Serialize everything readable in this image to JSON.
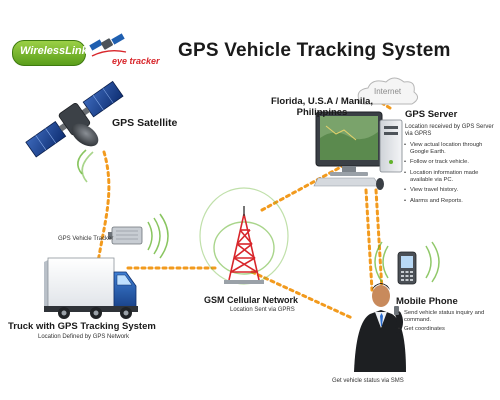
{
  "header": {
    "title": "GPS Vehicle Tracking System",
    "logo_wireless_link": "WirelessLink",
    "logo_eye_tracker": "eye tracker"
  },
  "nodes": {
    "satellite": {
      "label": "GPS Satellite"
    },
    "server": {
      "location": "Florida, U.S.A / Manila, Philippines",
      "title": "GPS Server",
      "subtitle": "Location received by GPS Server via GPRS",
      "features": [
        "View actual location through Google Earth.",
        "Follow or track vehicle.",
        "Location information made available via PC.",
        "View travel history.",
        "Alarms and Reports."
      ],
      "internet_label": "Internet"
    },
    "tracker": {
      "label": "GPS Vehicle Tracker"
    },
    "gsm": {
      "title": "GSM Cellular Network",
      "subtitle": "Location Sent via GPRS"
    },
    "truck": {
      "title": "Truck with GPS Tracking System",
      "subtitle": "Location Defined by GPS Network"
    },
    "mobile": {
      "title": "Mobile Phone",
      "features": [
        "Send vehicle status inquiry and command.",
        "Get coordinates"
      ],
      "sms_label": "Get vehicle status via SMS"
    }
  },
  "colors": {
    "link_orange": "#f29a1d",
    "signal_green": "#62b22b",
    "truck_blue": "#1f5fb0",
    "tower_red": "#d8262b",
    "logo_green": "#7bbf2e"
  },
  "icons": [
    "satellite-icon",
    "truck-icon",
    "tracker-device-icon",
    "cell-tower-icon",
    "desktop-computer-icon",
    "cloud-icon",
    "person-icon",
    "mobile-phone-icon"
  ]
}
